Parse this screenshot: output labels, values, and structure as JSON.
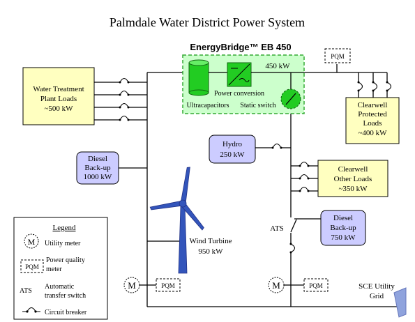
{
  "title": "Palmdale Water District Power System",
  "energybridge": {
    "title": "EnergyBridge™ EB 450",
    "power_label": "450 kW",
    "conversion_label": "Power conversion",
    "ultracap_label": "Ultracapacitors",
    "switch_label": "Static switch"
  },
  "pqm_label": "PQM",
  "water_treatment": [
    "Water Treatment",
    "Plant Loads",
    "~500 kW"
  ],
  "diesel_left": [
    "Diesel",
    "Back-up",
    "1000 kW"
  ],
  "diesel_right": [
    "Diesel",
    "Back-up",
    "750 kW"
  ],
  "hydro": [
    "Hydro",
    "250 kW"
  ],
  "clearwell_protected": [
    "Clearwell",
    "Protected",
    "Loads",
    "~400 kW"
  ],
  "clearwell_other": [
    "Clearwell",
    "Other Loads",
    "~350 kW"
  ],
  "wind": [
    "Wind Turbine",
    "950 kW"
  ],
  "ats_label": "ATS",
  "meter_symbol": "M",
  "sce": [
    "SCE Utility",
    "Grid"
  ],
  "legend": {
    "title": "Legend",
    "utility_meter": "Utility meter",
    "pq_meter": [
      "Power quality",
      "meter"
    ],
    "ats_abbr": "ATS",
    "ats_desc": [
      "Automatic",
      "transfer switch"
    ],
    "breaker": "Circuit breaker"
  },
  "colors": {
    "yellow_fill": "#ffffc0",
    "lavender_fill": "#ccccff",
    "green_fill": "#ccffcc",
    "green_dash": "#33aa33",
    "device_green": "#22cc22",
    "turbine_blue": "#3355bb",
    "grid_blue": "#8fa3dd"
  }
}
